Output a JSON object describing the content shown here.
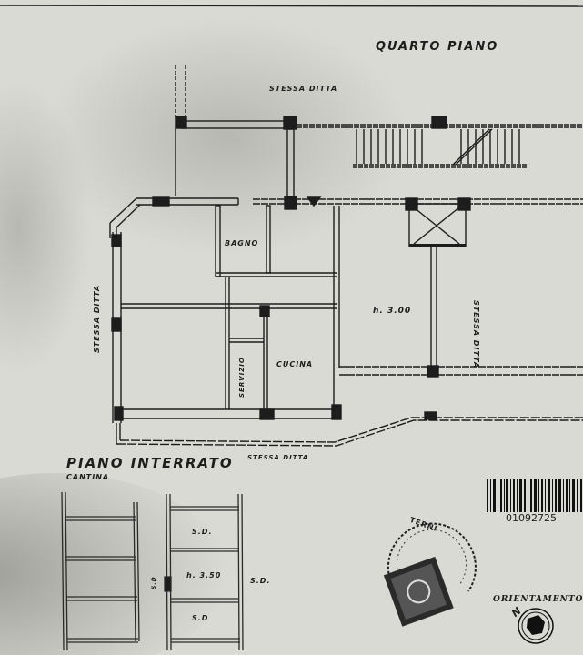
{
  "sheet": {
    "floor_title": "QUARTO PIANO",
    "basement_title": "PIANO INTERRATO",
    "basement_subtitle": "CANTINA",
    "neighbor_top": "STESSA DITTA",
    "neighbor_left": "STESSA DITTA",
    "neighbor_right": "STESSA DITTA",
    "neighbor_bottom": "STESSA DITTA",
    "rooms": {
      "bathroom": "BAGNO",
      "kitchen": "CUCINA",
      "service": "SERVIZIO",
      "main_height": "h. 3.00"
    },
    "basement": {
      "cell_top": "S.D.",
      "cell_mid_height": "h. 3.50",
      "cell_bottom": "S.D",
      "side_right": "S.D.",
      "side_left": "S.D"
    },
    "barcode_number": "01092725",
    "orientation_label": "ORIENTAMENTO",
    "north_letter": "N",
    "stamp_text": "TERNI"
  },
  "colors": {
    "paper": "#d9dad3",
    "ink": "#1d1d1d",
    "shadow": "#8f918a"
  }
}
